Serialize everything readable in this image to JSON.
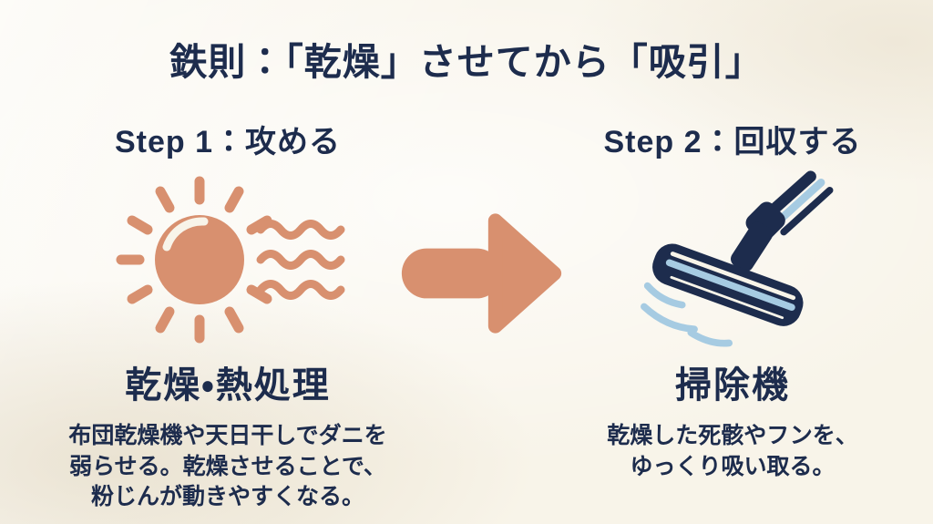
{
  "title": "鉄則：「乾燥」させてから「吸引」",
  "colors": {
    "background_cream": "#f8f4e9",
    "text_navy": "#1d2c4d",
    "terracotta": "#d8906f",
    "vacuum_navy": "#1d2c4d",
    "light_blue": "#a6cbe2"
  },
  "arrow": {
    "icon": "right-arrow-icon"
  },
  "steps": [
    {
      "heading": "Step 1：攻める",
      "icon": "sun-heat-icon",
      "subtitle": "乾燥・熱処理",
      "description_lines": [
        "布団乾燥機や天日干しでダニを",
        "弱らせる。乾燥させることで、",
        "粉じんが動きやすくなる。"
      ]
    },
    {
      "heading": "Step 2：回収する",
      "icon": "vacuum-icon",
      "subtitle": "掃除機",
      "description_lines": [
        "乾燥した死骸やフンを、",
        "ゆっくり吸い取る。"
      ]
    }
  ]
}
